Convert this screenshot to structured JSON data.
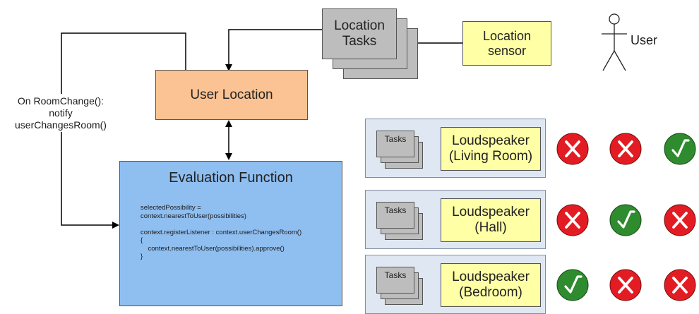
{
  "user": {
    "label": "User"
  },
  "location_sensor": {
    "line1": "Location",
    "line2": "sensor"
  },
  "location_tasks": {
    "line1": "Location",
    "line2": "Tasks"
  },
  "user_location": {
    "label": "User Location"
  },
  "room_change_note": {
    "line1": "On RoomChange():",
    "line2": "notify",
    "line3": "userChangesRoom()"
  },
  "evaluation_function": {
    "title": "Evaluation Function",
    "code_lines": [
      "selectedPossibility =",
      "context.nearestToUser(possibilities)",
      "",
      "context.registerListener : context.userChangesRoom()",
      "{",
      "    context.nearestToUser(possibilities).approve()",
      "}"
    ]
  },
  "speakers": [
    {
      "tasks_label": "Tasks",
      "line1": "Loudspeaker",
      "line2": "(Living Room)",
      "states": [
        "denied",
        "denied",
        "approved"
      ]
    },
    {
      "tasks_label": "Tasks",
      "line1": "Loudspeaker",
      "line2": "(Hall)",
      "states": [
        "denied",
        "approved",
        "denied"
      ]
    },
    {
      "tasks_label": "Tasks",
      "line1": "Loudspeaker",
      "line2": "(Bedroom)",
      "states": [
        "approved",
        "denied",
        "denied"
      ]
    }
  ],
  "colors": {
    "sensor_fill": "#ffffa6",
    "user_location_fill": "#fbc393",
    "evaluation_fill": "#8fbef0",
    "panel_fill": "#dfe7f2",
    "task_stack_fill": "#bdbdbd",
    "denied_fill": "#e31c23",
    "approved_fill": "#2e8b2e"
  }
}
